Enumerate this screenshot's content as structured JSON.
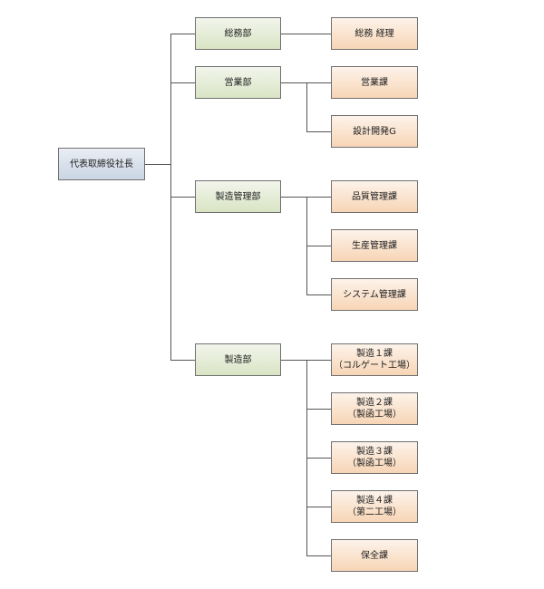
{
  "ceo": {
    "label": "代表取締役社長"
  },
  "departments": [
    {
      "label": "総務部",
      "sections": [
        {
          "line1": "総務 経理",
          "line2": ""
        }
      ]
    },
    {
      "label": "営業部",
      "sections": [
        {
          "line1": "営業課",
          "line2": ""
        },
        {
          "line1": "設計開発G",
          "line2": ""
        }
      ]
    },
    {
      "label": "製造管理部",
      "sections": [
        {
          "line1": "品質管理課",
          "line2": ""
        },
        {
          "line1": "生産管理課",
          "line2": ""
        },
        {
          "line1": "システム管理課",
          "line2": ""
        }
      ]
    },
    {
      "label": "製造部",
      "sections": [
        {
          "line1": "製造１課",
          "line2": "（コルゲート工場）"
        },
        {
          "line1": "製造２課",
          "line2": "（製函工場）"
        },
        {
          "line1": "製造３課",
          "line2": "（製函工場）"
        },
        {
          "line1": "製造４課",
          "line2": "（第二工場）"
        },
        {
          "line1": "保全課",
          "line2": ""
        }
      ]
    }
  ],
  "colors": {
    "line": "#555555",
    "ceo_fill": "#c9d5e3",
    "dept_fill": "#d9e4c4",
    "section_fill": "#f7d5b6"
  }
}
